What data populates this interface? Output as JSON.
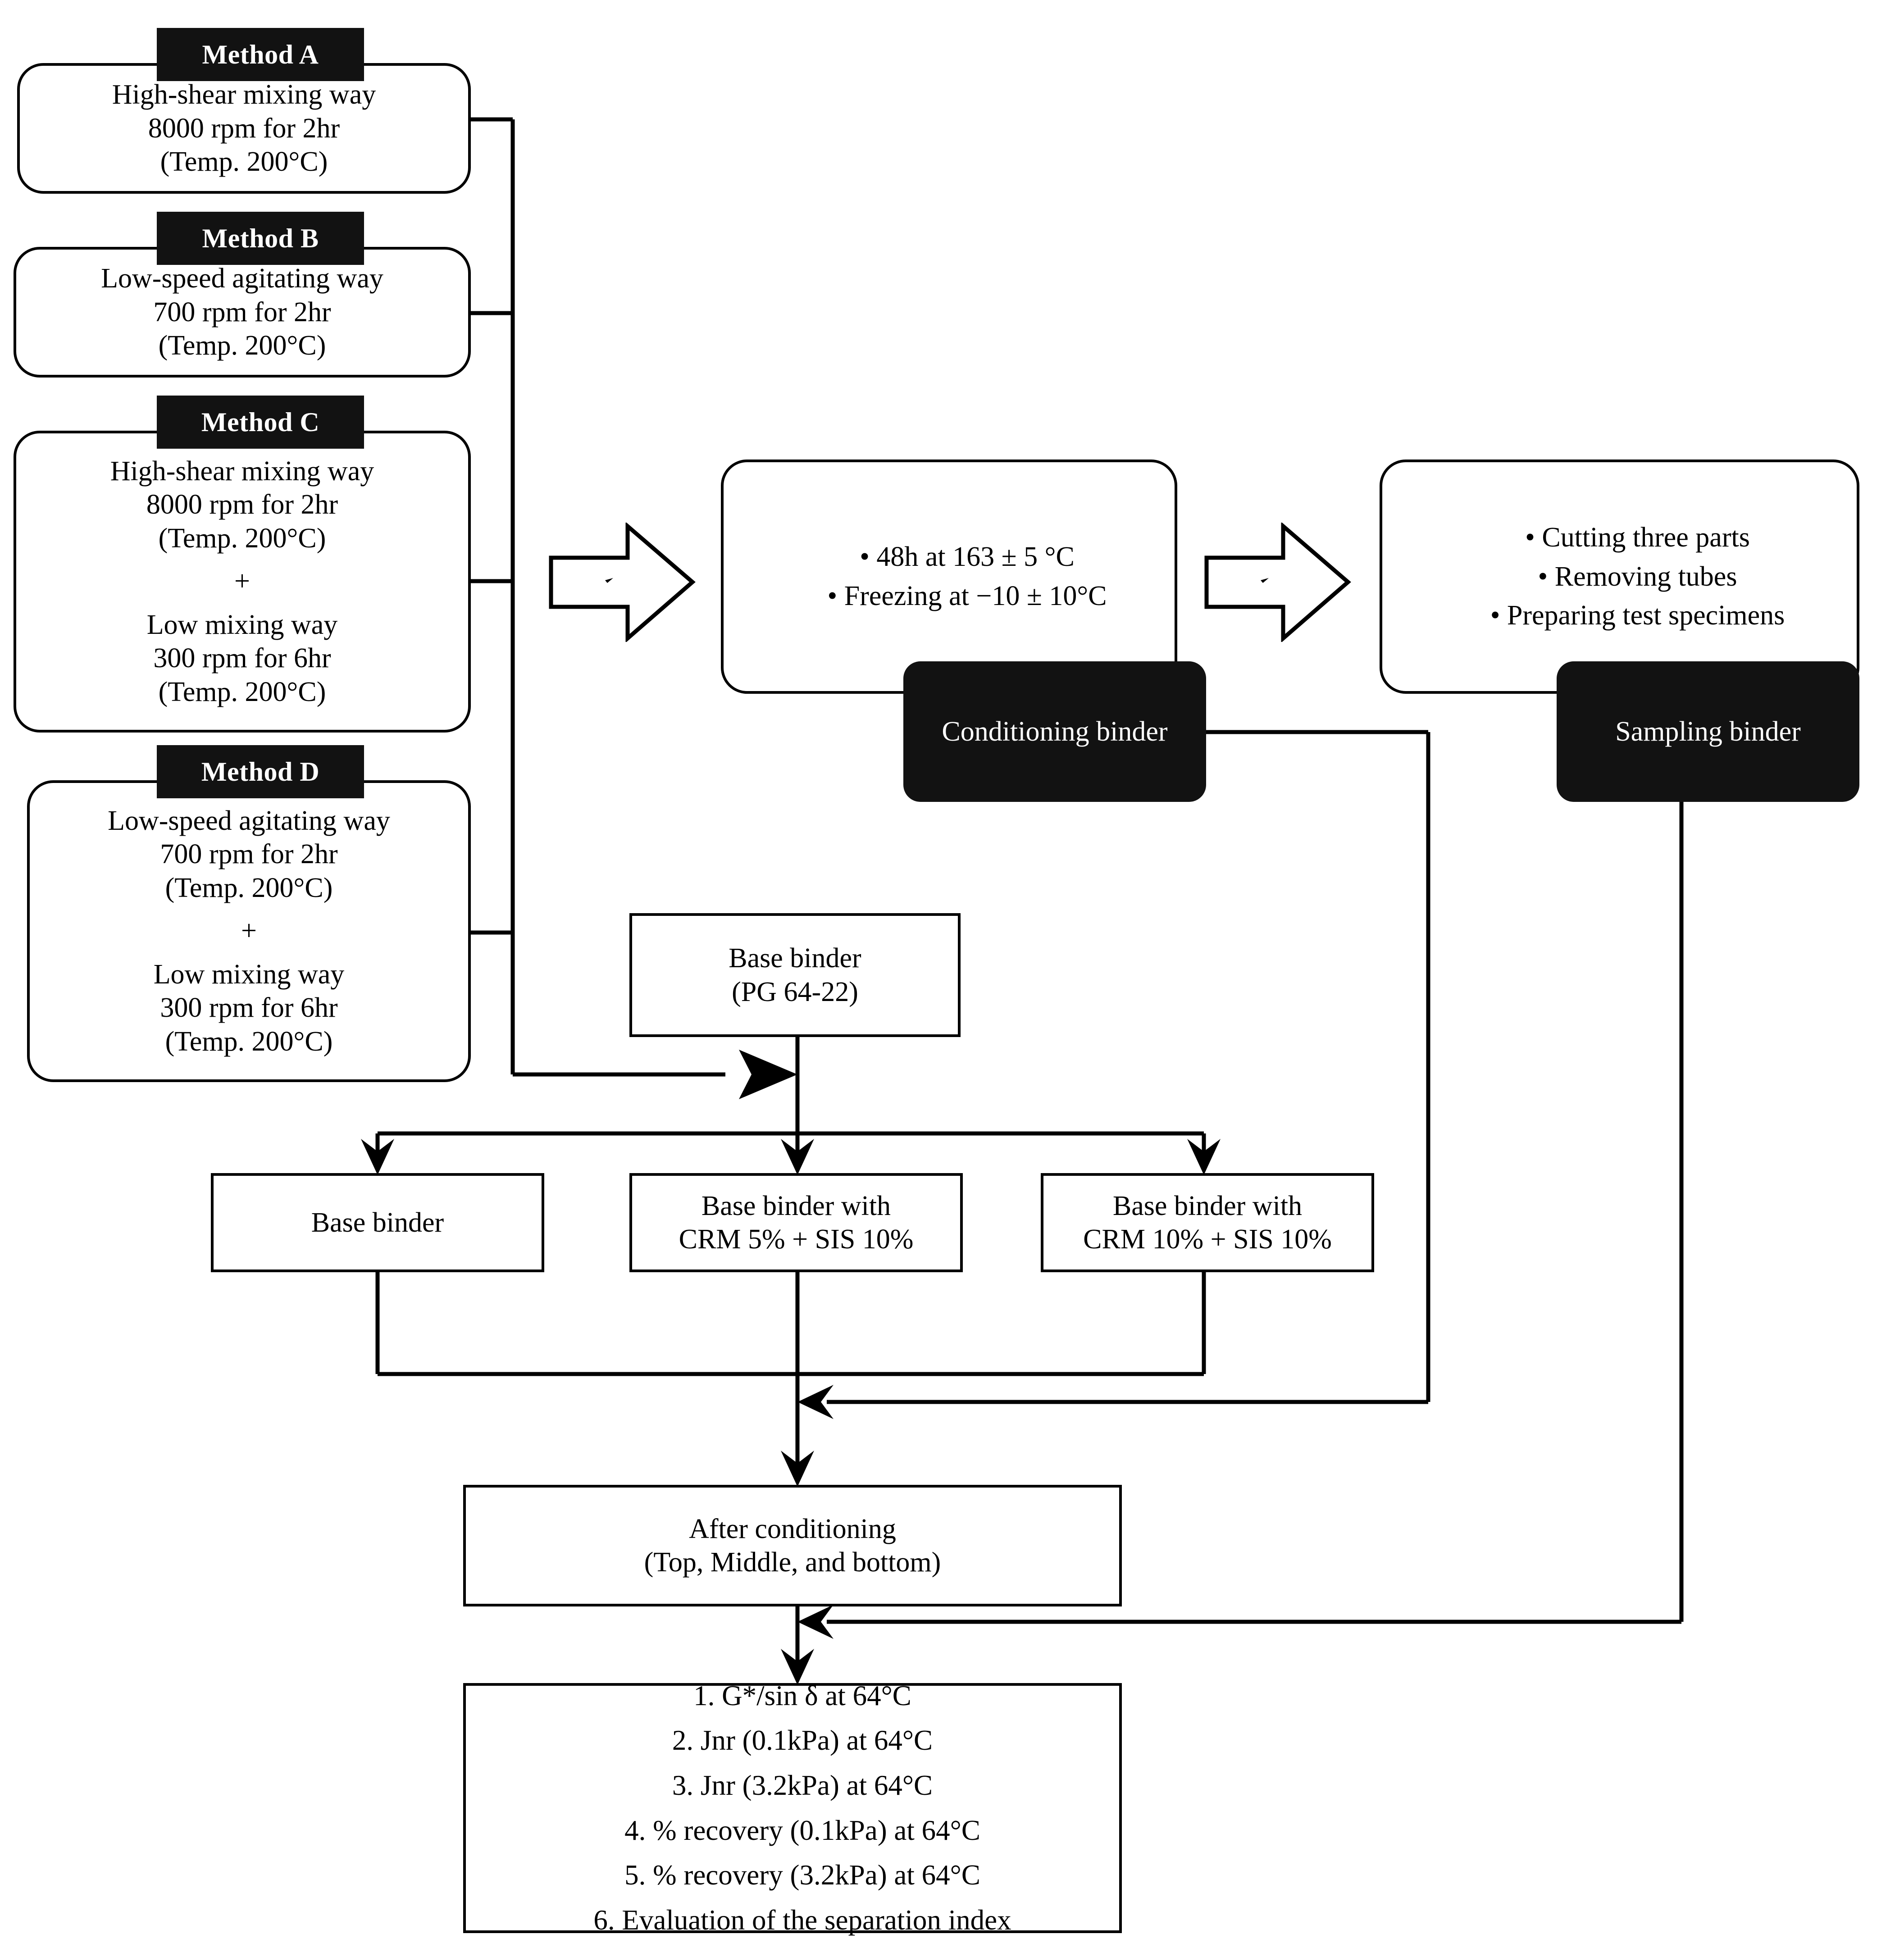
{
  "methods": [
    {
      "header": "Method A",
      "lines": [
        "High-shear mixing way",
        "8000 rpm for 2hr",
        "(Temp. 200°C)"
      ]
    },
    {
      "header": "Method B",
      "lines": [
        "Low-speed agitating way",
        "700 rpm for 2hr",
        "(Temp. 200°C)"
      ]
    },
    {
      "header": "Method C",
      "lines": [
        "High-shear mixing way",
        "8000 rpm for 2hr",
        "(Temp. 200°C)",
        "+",
        "Low mixing way",
        "300 rpm for 6hr",
        "(Temp. 200°C)"
      ]
    },
    {
      "header": "Method D",
      "lines": [
        "Low-speed agitating way",
        "700 rpm for 2hr",
        "(Temp. 200°C)",
        "+",
        "Low mixing way",
        "300 rpm for 6hr",
        "(Temp. 200°C)"
      ]
    }
  ],
  "conditioning": {
    "bullets": [
      "• 48h at 163 ± 5 °C",
      "• Freezing at −10 ± 10°C"
    ],
    "label": "Conditioning binder"
  },
  "sampling": {
    "bullets": [
      "• Cutting three parts",
      "• Removing tubes",
      "• Preparing test specimens"
    ],
    "label": "Sampling binder"
  },
  "base_binder": {
    "lines": [
      "Base binder",
      "(PG 64-22)"
    ]
  },
  "blends": [
    {
      "lines": [
        "Base binder"
      ]
    },
    {
      "lines": [
        "Base binder with",
        "CRM 5% + SIS 10%"
      ]
    },
    {
      "lines": [
        "Base binder with",
        "CRM 10% + SIS 10%"
      ]
    }
  ],
  "after_conditioning": {
    "lines": [
      "After conditioning",
      "(Top, Middle, and bottom)"
    ]
  },
  "tests": {
    "items": [
      "1. G*/sin δ at 64°C",
      "2. Jnr (0.1kPa) at 64°C",
      "3. Jnr (3.2kPa) at 64°C",
      "4. % recovery (0.1kPa) at 64°C",
      "5. % recovery (3.2kPa) at 64°C",
      "6. Evaluation of the separation index"
    ]
  },
  "colors": {
    "stroke": "#000000",
    "header_fill": "#121212",
    "canvas": "#ffffff"
  }
}
